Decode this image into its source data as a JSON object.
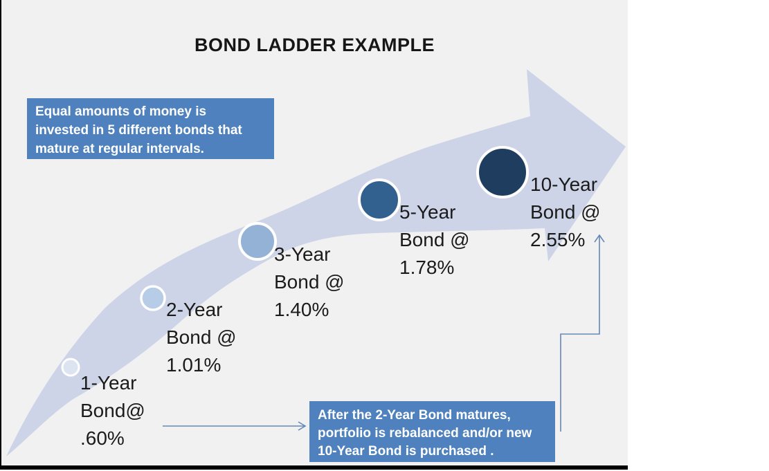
{
  "slide": {
    "title": "BOND LADDER EXAMPLE",
    "background": "#f1f1f2",
    "frame_color": "#000000"
  },
  "arrow_band": {
    "name": "bond-ladder-growth-arrow",
    "color": "#cdd4e7",
    "direction": "up-right"
  },
  "connectors": {
    "color": "#6587b8"
  },
  "callouts": {
    "top": {
      "bg": "#4e81bd",
      "lines": [
        "Equal amounts of money is",
        "invested in 5 different bonds that",
        "mature at regular intervals."
      ]
    },
    "bottom": {
      "bg": "#4e81bd",
      "lines": [
        "After the 2-Year Bond matures,",
        "portfolio is rebalanced and/or new",
        "10-Year Bond is purchased ."
      ]
    }
  },
  "bonds": [
    {
      "maturity_years": 1,
      "rate_percent": 0.6,
      "circle_color": "#dbe4f0",
      "lines": [
        "1-Year",
        "Bond@",
        ".60%"
      ]
    },
    {
      "maturity_years": 2,
      "rate_percent": 1.01,
      "circle_color": "#b7cce6",
      "lines": [
        "2-Year",
        "Bond @",
        "1.01%"
      ]
    },
    {
      "maturity_years": 3,
      "rate_percent": 1.4,
      "circle_color": "#94b2d6",
      "lines": [
        "3-Year",
        "Bond @",
        "1.40%"
      ]
    },
    {
      "maturity_years": 5,
      "rate_percent": 1.78,
      "circle_color": "#33618f",
      "lines": [
        "5-Year",
        "Bond @",
        "1.78%"
      ]
    },
    {
      "maturity_years": 10,
      "rate_percent": 2.55,
      "circle_color": "#1f3d5e",
      "lines": [
        "10-Year",
        "Bond @",
        "2.55%"
      ]
    }
  ],
  "chart_data": {
    "type": "diagram",
    "title": "BOND LADDER EXAMPLE",
    "categories": [
      "1-Year",
      "2-Year",
      "3-Year",
      "5-Year",
      "10-Year"
    ],
    "values": [
      0.6,
      1.01,
      1.4,
      1.78,
      2.55
    ],
    "value_unit": "%",
    "annotations": [
      "Equal amounts of money is invested in 5 different bonds that mature at regular intervals.",
      "After the 2-Year Bond matures, portfolio is rebalanced and/or new 10-Year Bond is purchased ."
    ]
  }
}
